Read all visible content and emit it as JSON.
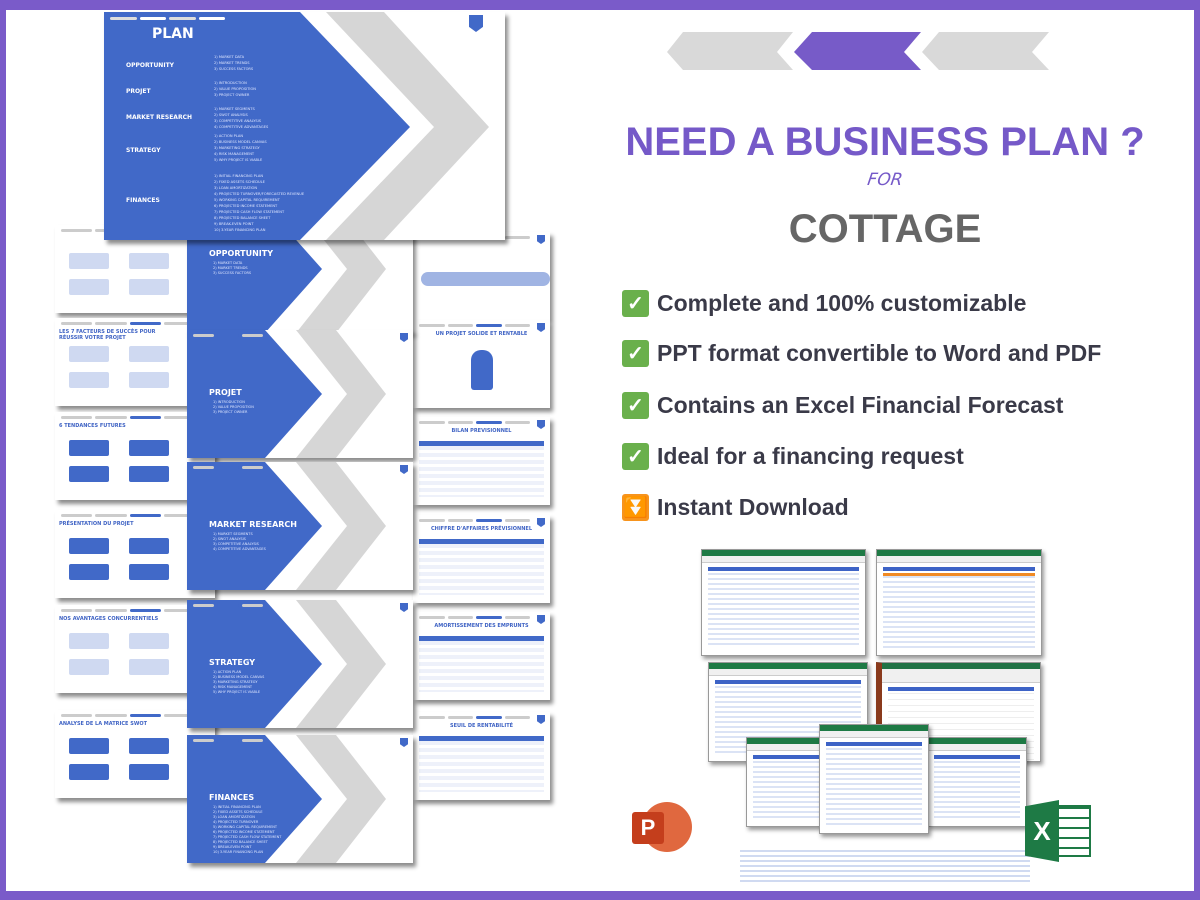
{
  "colors": {
    "accent": "#7a5bc9",
    "slide_blue": "#4169c8",
    "text_dark": "#3a3a48",
    "subject_gray": "#666666",
    "check_green": "#6ab04c",
    "download_orange": "#f7941d"
  },
  "plan_slide": {
    "title": "PLAN",
    "sections": [
      {
        "label": "OPPORTUNITY",
        "items": [
          "1) MARKET DATA",
          "2) MARKET TRENDS",
          "3) SUCCESS FACTORS"
        ]
      },
      {
        "label": "PROJET",
        "items": [
          "1) INTRODUCTION",
          "2) VALUE PROPOSITION",
          "3) PROJECT OWNER"
        ]
      },
      {
        "label": "MARKET RESEARCH",
        "items": [
          "1) MARKET SEGMENTS",
          "2) SWOT ANALYSIS",
          "3) COMPETITIVE ANALYSIS",
          "4) COMPETITIVE ADVANTAGES"
        ]
      },
      {
        "label": "STRATEGY",
        "items": [
          "1) ACTION PLAN",
          "2) BUSINESS MODEL CANVAS",
          "3) MARKETING STRATEGY",
          "4) RISK MANAGEMENT",
          "5) WHY PROJECT IS VIABLE"
        ]
      },
      {
        "label": "FINANCES",
        "items": [
          "1) INITIAL FINANCING PLAN",
          "2) FIXED ASSETS SCHEDULE",
          "3) LOAN AMORTIZATION",
          "4) PROJECTED TURNOVER/FORECASTED REVENUE",
          "5) WORKING CAPITAL REQUIREMENT",
          "6) PROJECTED INCOME STATEMENT",
          "7) PROJECTED CASH FLOW STATEMENT",
          "8) PROJECTED BALANCE SHEET",
          "9) BREAK-EVEN POINT",
          "10) 3-YEAR FINANCING PLAN"
        ]
      }
    ]
  },
  "section_slides": [
    {
      "title": "OPPORTUNITY",
      "items": [
        "1) MARKET DATA",
        "2) MARKET TRENDS",
        "3) SUCCESS FACTORS"
      ]
    },
    {
      "title": "PROJET",
      "items": [
        "1) INTRODUCTION",
        "2) VALUE PROPOSITION",
        "3) PROJECT OWNER"
      ]
    },
    {
      "title": "MARKET RESEARCH",
      "items": [
        "1) MARKET SEGMENTS",
        "2) SWOT ANALYSIS",
        "3) COMPETITIVE ANALYSIS",
        "4) COMPETITIVE ADVANTAGES"
      ]
    },
    {
      "title": "STRATEGY",
      "items": [
        "1) ACTION PLAN",
        "2) BUSINESS MODEL CANVAS",
        "3) MARKETING STRATEGY",
        "4) RISK MANAGEMENT",
        "5) WHY PROJECT IS VIABLE"
      ]
    },
    {
      "title": "FINANCES",
      "items": [
        "1) INITIAL FINANCING PLAN",
        "2) FIXED ASSETS SCHEDULE",
        "3) LOAN AMORTIZATION",
        "4) PROJECTED TURNOVER",
        "5) WORKING CAPITAL REQUIREMENT",
        "6) PROJECTED INCOME STATEMENT",
        "7) PROJECTED CASH FLOW STATEMENT",
        "8) PROJECTED BALANCE SHEET",
        "9) BREAK-EVEN POINT",
        "10) 3-YEAR FINANCING PLAN"
      ]
    }
  ],
  "left_slides": [
    "",
    "LES 7 FACTEURS DE SUCCÈS POUR RÉUSSIR VOTRE PROJET",
    "6 TENDANCES FUTURES",
    "PRÉSENTATION DU PROJET",
    "NOS AVANTAGES CONCURRENTIELS",
    "ANALYSE DE LA MATRICE SWOT"
  ],
  "right_slides": [
    "",
    "UN PROJET SOLIDE ET RENTABLE",
    "BILAN PREVISIONNEL",
    "CHIFFRE D'AFFAIRES PRÉVISIONNEL",
    "AMORTISSEMENT DES EMPRUNTS",
    "SEUIL DE RENTABILITÉ"
  ],
  "headline": {
    "title": "NEED A BUSINESS PLAN ?",
    "for": "FOR",
    "subject": "COTTAGE"
  },
  "features": [
    {
      "icon": "check-mark-icon",
      "text": "Complete and 100% customizable"
    },
    {
      "icon": "check-mark-icon",
      "text": "PPT format convertible to Word and PDF"
    },
    {
      "icon": "check-mark-icon",
      "text": "Contains an Excel Financial Forecast"
    },
    {
      "icon": "check-mark-icon",
      "text": "Ideal for a financing request"
    },
    {
      "icon": "download-arrow-icon",
      "text": "Instant Download"
    }
  ],
  "logos": {
    "powerpoint": "P",
    "excel": "X"
  }
}
